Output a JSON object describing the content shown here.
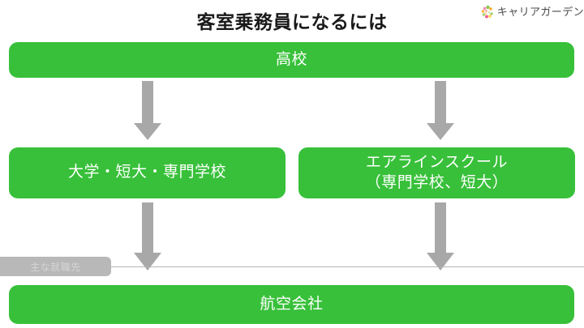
{
  "page": {
    "title": "客室乗務員になるには",
    "background_color": "#ffffff"
  },
  "logo": {
    "name": "career-garden-logo",
    "text": "キャリアガーデン",
    "mark_icon": "career-garden-circle-icon",
    "mark_colors": [
      "#7ac943",
      "#f48fb1",
      "#ffa726",
      "#ffd54f",
      "#aed581",
      "#f06292"
    ]
  },
  "colors": {
    "green": "#38c03a",
    "arrow_gray": "#a8a8a8",
    "label_gray": "#b8b8b8",
    "rule_gray": "#b4b4b4",
    "white": "#ffffff",
    "title_text": "#1a1a1a"
  },
  "flow": {
    "top": {
      "name": "high-school-box",
      "label": "高校"
    },
    "middle": [
      {
        "name": "university-box",
        "lines": [
          "大学・短大・専門学校"
        ]
      },
      {
        "name": "airline-school-box",
        "lines": [
          "エアラインスクール",
          "（専門学校、短大）"
        ]
      }
    ],
    "bottom": {
      "name": "airline-company-box",
      "label": "航空会社"
    },
    "section_label": {
      "name": "main-employers-label",
      "text": "主な就職先"
    },
    "arrows": [
      {
        "name": "arrow-high-school-to-university",
        "direction": "down"
      },
      {
        "name": "arrow-high-school-to-airline-school",
        "direction": "down"
      },
      {
        "name": "arrow-university-to-airline-company",
        "direction": "down"
      },
      {
        "name": "arrow-airline-school-to-airline-company",
        "direction": "down"
      }
    ]
  }
}
